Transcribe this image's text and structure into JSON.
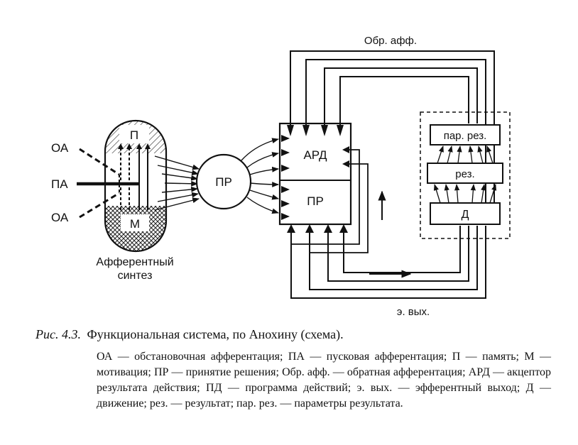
{
  "diagram": {
    "labels": {
      "oa_top": "ОА",
      "pa": "ПА",
      "oa_bottom": "ОА",
      "p": "П",
      "m": "М",
      "synthesis_line1": "Афферентный",
      "synthesis_line2": "синтез",
      "pr_circle": "ПР",
      "ard": "АРД",
      "pr_box": "ПР",
      "feedback": "Обр. афф.",
      "efferent_out": "э. вых.",
      "par_rez": "пар. рез.",
      "rez": "рез.",
      "d": "Д"
    }
  },
  "caption": {
    "figure_label": "Рис. 4.3.",
    "title": "Функциональная система, по Анохину (схема)."
  },
  "legend": {
    "text": "ОА — обстановочная афферентация; ПА — пусковая афферентация; П — память; М — мотивация; ПР — принятие решения; Обр. афф. — обратная афферентация; АРД — акцептор результата действия; ПД — программа действий; э. вых. — эфферентный выход; Д — движение; рез. — результат; пар. рез. — параметры результата."
  }
}
